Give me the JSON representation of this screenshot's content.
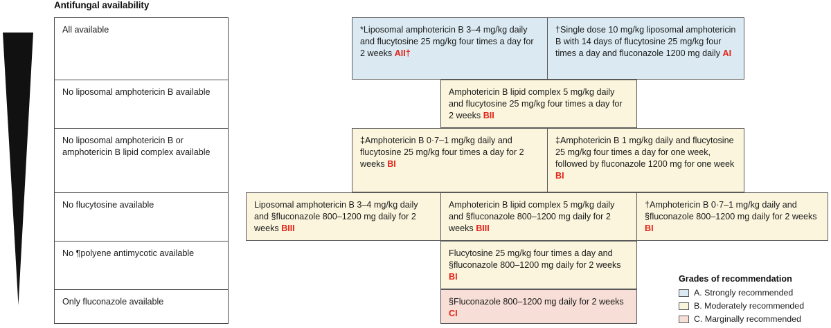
{
  "heading": "Antifungal availability",
  "colors": {
    "grade_a_fill": "#dbeaf2",
    "grade_b_fill": "#fbf5dd",
    "grade_c_fill": "#f7ded6",
    "grade_text": "#e2231a",
    "border": "#595959",
    "triangle": "#111111"
  },
  "availability_rows": [
    {
      "label": "All available"
    },
    {
      "label": "No liposomal amphotericin B available"
    },
    {
      "label": "No liposomal amphotericin B or amphotericin B lipid complex available"
    },
    {
      "label": "No flucytosine available"
    },
    {
      "label": "No ¶polyene antimycotic available"
    },
    {
      "label": "Only fluconazole available"
    }
  ],
  "regimens": [
    {
      "id": "r1a",
      "grade_class": "A",
      "text": "*Liposomal amphotericin B 3–4 mg/kg daily and flucytosine 25 mg/kg four times a day for 2 weeks ",
      "grade": "AII†"
    },
    {
      "id": "r1b",
      "grade_class": "A",
      "text": "†Single dose 10 mg/kg liposomal amphotericin B with 14 days of flucytosine 25 mg/kg four times a day and fluconazole 1200 mg daily ",
      "grade": "AI"
    },
    {
      "id": "r2a",
      "grade_class": "B",
      "text": "Amphotericin B lipid complex 5 mg/kg daily and flucytosine 25 mg/kg four times a day for 2 weeks ",
      "grade": "BII"
    },
    {
      "id": "r3a",
      "grade_class": "B",
      "text": "‡Amphotericin B 0·7–1 mg/kg daily and flucytosine 25 mg/kg four times a day for 2 weeks ",
      "grade": "BI"
    },
    {
      "id": "r3b",
      "grade_class": "B",
      "text": "‡Amphotericin B 1 mg/kg daily and flucytosine 25 mg/kg four times a day for one week, followed by fluconazole 1200 mg for one week ",
      "grade": "BI"
    },
    {
      "id": "r4a",
      "grade_class": "B",
      "text": "Liposomal amphotericin B 3–4 mg/kg daily and §fluconazole 800–1200 mg daily for 2 weeks ",
      "grade": "BIII"
    },
    {
      "id": "r4b",
      "grade_class": "B",
      "text": "Amphotericin B lipid complex 5 mg/kg daily and §fluconazole 800–1200 mg daily for 2 weeks ",
      "grade": "BIII"
    },
    {
      "id": "r4c",
      "grade_class": "B",
      "text": "†Amphotericin B 0·7–1 mg/kg daily and §fluconazole 800–1200 mg daily for 2 weeks ",
      "grade": "BI"
    },
    {
      "id": "r5a",
      "grade_class": "B",
      "text": "Flucytosine 25 mg/kg four times a day and §fluconazole 800–1200 mg daily for 2 weeks ",
      "grade": "BI"
    },
    {
      "id": "r6a",
      "grade_class": "C",
      "text": "§Fluconazole 800–1200 mg daily for 2 weeks ",
      "grade": "CI"
    }
  ],
  "legend": {
    "title": "Grades of recommendation",
    "items": [
      {
        "label": "A. Strongly recommended",
        "color": "#dbeaf2"
      },
      {
        "label": "B. Moderately recommended",
        "color": "#fbf5dd"
      },
      {
        "label": "C. Marginally recommended",
        "color": "#f7ded6"
      }
    ]
  }
}
